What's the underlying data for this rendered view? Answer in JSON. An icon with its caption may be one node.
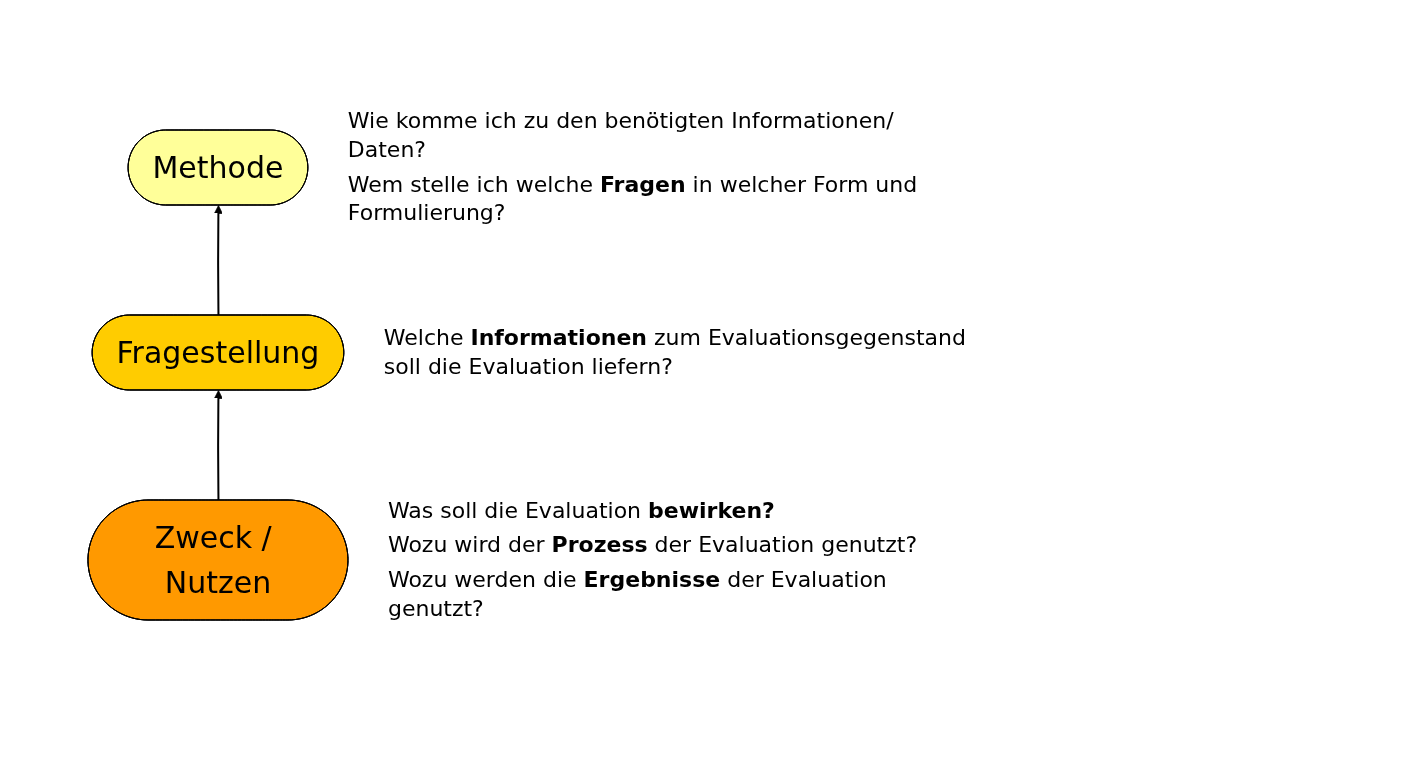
{
  "diagram": {
    "nodes": [
      {
        "text": [
          "Zweck / Nutzen"
        ],
        "beside": [
          "Was soll die Evaluation **bewirken?**",
          "Wozu wird der **Prozess** der Evaluation genutzt?",
          "Wozu werden die **Ergebnisse** der Evaluation genutzt?"
        ]
      },
      {
        "text": [
          "Fragestellung"
        ],
        "beside": [
          "Welche **Informationen** zum Evaluationsgegenstand soll die Evaluation liefern?"
        ]
      },
      {
        "text": [
          "Methode"
        ],
        "beside": [
          "Wie komme ich zu den benötigten Informationen/ Daten?",
          "Wem stelle ich welche **Fragen** in welcher Form und Formulierung?"
        ]
      }
    ],
    "edges": [
      {
        "from": 0,
        "to": 1,
        "arrow": "to"
      },
      {
        "from": 1,
        "to": 2,
        "arrow": "to"
      }
    ]
  }
}
